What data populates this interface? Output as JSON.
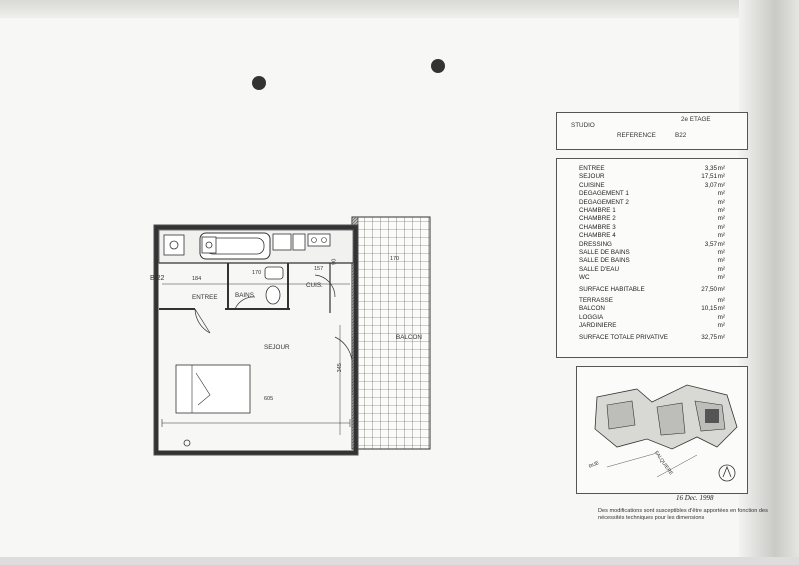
{
  "header": {
    "type_label": "STUDIO",
    "floor_label": "2e ETAGE",
    "reference_label": "REFERENCE",
    "reference_value": "B22"
  },
  "surfaces": {
    "unit": "m²",
    "rooms": [
      {
        "label": "ENTREE",
        "value": "3,35"
      },
      {
        "label": "SEJOUR",
        "value": "17,51"
      },
      {
        "label": "CUISINE",
        "value": "3,07"
      },
      {
        "label": "DEGAGEMENT 1",
        "value": ""
      },
      {
        "label": "DEGAGEMENT 2",
        "value": ""
      },
      {
        "label": "CHAMBRE 1",
        "value": ""
      },
      {
        "label": "CHAMBRE 2",
        "value": ""
      },
      {
        "label": "CHAMBRE 3",
        "value": ""
      },
      {
        "label": "CHAMBRE 4",
        "value": ""
      },
      {
        "label": "DRESSING",
        "value": "3,57"
      },
      {
        "label": "SALLE DE BAINS",
        "value": ""
      },
      {
        "label": "SALLE DE BAINS",
        "value": ""
      },
      {
        "label": "SALLE D'EAU",
        "value": ""
      },
      {
        "label": "WC",
        "value": ""
      }
    ],
    "habitable": {
      "label": "SURFACE HABITABLE",
      "value": "27,50"
    },
    "exterior": [
      {
        "label": "TERRASSE",
        "value": ""
      },
      {
        "label": "BALCON",
        "value": "10,15"
      },
      {
        "label": "LOGGIA",
        "value": ""
      },
      {
        "label": "JARDINIERE",
        "value": ""
      }
    ],
    "total": {
      "label": "SURFACE TOTALE PRIVATIVE",
      "value": "32,75"
    }
  },
  "plan": {
    "unit_ref": "B 22",
    "rooms": {
      "entree": "ENTREE",
      "bains": "BAINS",
      "cuis": "CUIS.",
      "sejour": "SEJOUR",
      "balcon": "BALCON"
    },
    "dimensions": {
      "d184": "184",
      "d170a": "170",
      "d157": "157",
      "d90": "90",
      "d170b": "170",
      "d605": "605",
      "d345": "345"
    }
  },
  "location_map": {
    "street_a": "RUE",
    "street_b": "FALQUIERE"
  },
  "date": "16 Dec. 1998",
  "footer": "Des modifications sont susceptibles d'être apportées en fonction des nécessités techniques pour les dimensions"
}
